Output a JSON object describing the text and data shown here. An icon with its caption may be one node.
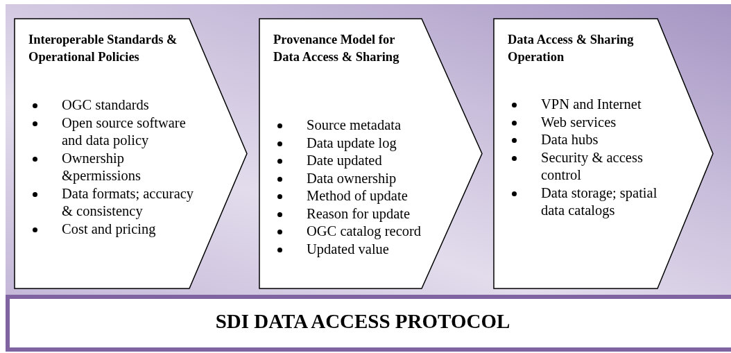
{
  "diagram": {
    "nodes": [
      {
        "text": [
          "Interoperable Standards & Operational Policies",
          "OGC standards",
          "Open source software and data policy",
          "Ownership &permissions",
          "Data formats; accuracy & consistency",
          "Cost and pricing"
        ]
      },
      {
        "text": [
          "Provenance Model for Data Access & Sharing",
          "Source metadata",
          "Data update log",
          "Date updated",
          "Data ownership",
          "Method of update",
          "Reason for update",
          "OGC catalog record",
          "Updated value"
        ]
      },
      {
        "text": [
          "Data Access & Sharing Operation",
          "VPN and Internet",
          "Web services",
          "Data hubs",
          "Security & access control",
          "Data storage; spatial data catalogs"
        ]
      },
      {
        "text": [
          "SDI DATA ACCESS PROTOCOL"
        ]
      }
    ]
  }
}
